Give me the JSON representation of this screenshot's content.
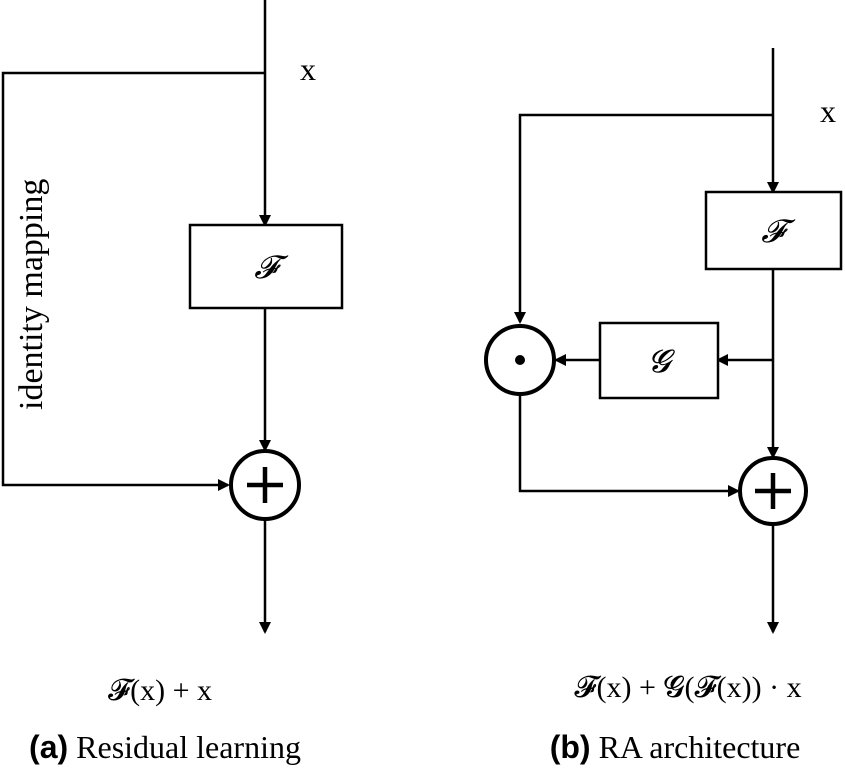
{
  "panel_a": {
    "input_label": "x",
    "side_label": "identity mapping",
    "block_f": "𝓕",
    "output_formula": "𝓕(x) + x",
    "caption_tag": "(a)",
    "caption_text": "Residual learning"
  },
  "panel_b": {
    "input_label": "x",
    "block_f": "𝓕",
    "block_g": "𝓖",
    "output_formula": "𝓕(x) + 𝓖(𝓕(x)) · x",
    "caption_tag": "(b)",
    "caption_text": "RA architecture"
  }
}
